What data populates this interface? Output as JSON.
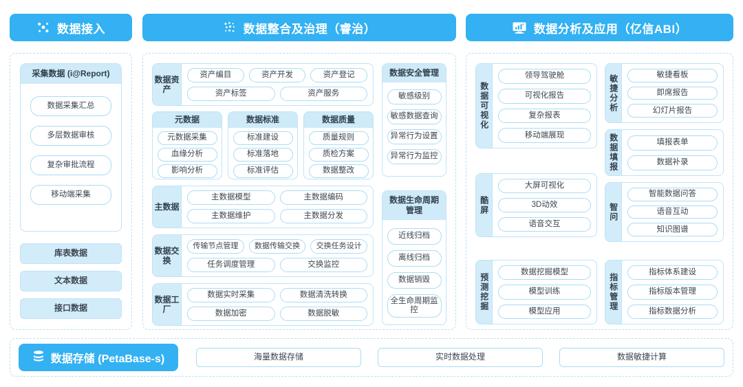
{
  "headers": [
    {
      "title": "数据接入",
      "icon": "nodes-icon"
    },
    {
      "title": "数据整合及治理（睿治）",
      "icon": "dots-cluster-icon"
    },
    {
      "title": "数据分析及应用（亿信ABI）",
      "icon": "monitor-chart-icon"
    }
  ],
  "left": {
    "collect_card": {
      "caption": "采集数据 (i@Report)",
      "items": [
        "数据采集汇总",
        "多层数据审核",
        "复杂审批流程",
        "移动端采集"
      ]
    },
    "sources": [
      "库表数据",
      "文本数据",
      "接口数据"
    ]
  },
  "middle": {
    "asset": {
      "label": "数据资产",
      "row1": [
        "资产编目",
        "资产开发",
        "资产登记"
      ],
      "row2": [
        "资产标签",
        "资产服务"
      ]
    },
    "trio": [
      {
        "caption": "元数据",
        "items": [
          "元数据采集",
          "血缘分析",
          "影响分析"
        ]
      },
      {
        "caption": "数据标准",
        "items": [
          "标准建设",
          "标准落地",
          "标准评估"
        ]
      },
      {
        "caption": "数据质量",
        "items": [
          "质量规则",
          "质检方案",
          "数据整改"
        ]
      }
    ],
    "master": {
      "label": "主数据",
      "row1": [
        "主数据模型",
        "主数据编码"
      ],
      "row2": [
        "主数据维护",
        "主数据分发"
      ]
    },
    "exchange": {
      "label": "数据交换",
      "row1": [
        "传输节点管理",
        "数据传输交换",
        "交换任务设计"
      ],
      "row2": [
        "任务调度管理",
        "交换监控"
      ]
    },
    "factory": {
      "label": "数据工厂",
      "row1": [
        "数据实时采集",
        "数据清洗转换"
      ],
      "row2": [
        "数据加密",
        "数据脱敏"
      ]
    },
    "security": {
      "caption": "数据安全管理",
      "items": [
        "敏感级别",
        "敏感数据查询",
        "异常行为设置",
        "异常行为监控"
      ]
    },
    "lifecycle": {
      "caption": "数据生命周期管理",
      "items": [
        "近线归档",
        "离线归档",
        "数据销毁",
        "全生命周期监控"
      ]
    }
  },
  "right": {
    "groups": [
      {
        "label": "数据可视化",
        "items": [
          "领导驾驶舱",
          "可视化报告",
          "复杂报表",
          "移动端展现"
        ]
      },
      {
        "label": "敏捷分析",
        "items": [
          "敏捷看板",
          "即席报告",
          "幻灯片报告"
        ]
      },
      {
        "label": "数据填报",
        "items": [
          "填报表单",
          "数据补录"
        ]
      },
      {
        "label": "酷屏",
        "items": [
          "大屏可视化",
          "3D动效",
          "语音交互"
        ]
      },
      {
        "label": "智问",
        "items": [
          "智能数据问答",
          "语音互动",
          "知识图谱"
        ]
      },
      {
        "label": "预测挖掘",
        "items": [
          "数据挖掘模型",
          "模型训练",
          "模型应用"
        ]
      },
      {
        "label": "指标管理",
        "items": [
          "指标体系建设",
          "指标版本管理",
          "指标数据分析"
        ]
      }
    ]
  },
  "bottom": {
    "title": "数据存储 (PetaBase-s)",
    "icon": "database-icon",
    "items": [
      "海量数据存储",
      "实时数据处理",
      "数据敏捷计算"
    ]
  },
  "colors": {
    "brand": "#33b1f2",
    "chip_border": "#a8dcf5",
    "band": "#cfeaf9",
    "label_bg": "#d3ecfa",
    "dashed": "#b8dff5",
    "text": "#3c4650"
  }
}
